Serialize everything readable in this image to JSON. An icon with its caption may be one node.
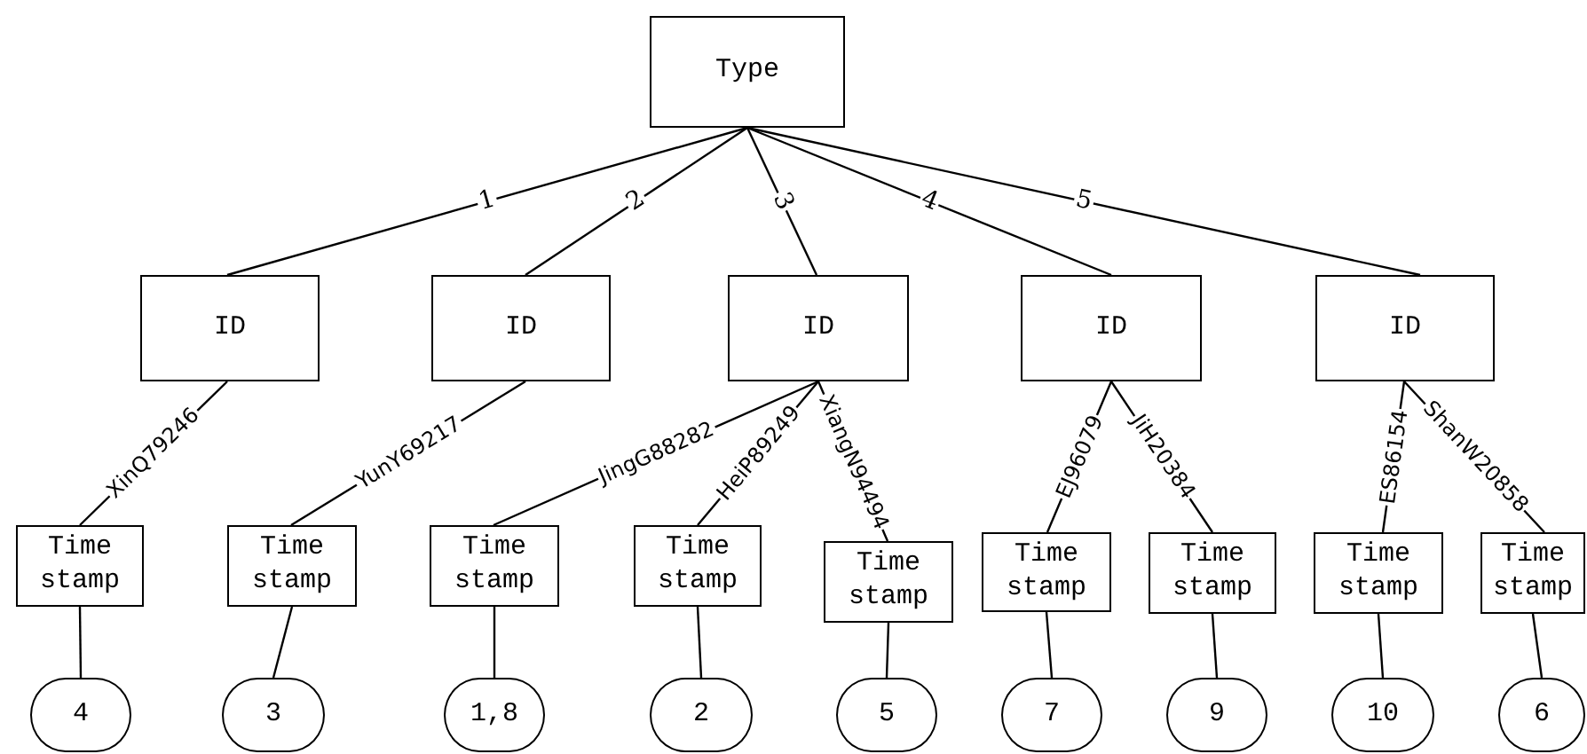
{
  "diagram": {
    "nodes": [
      {
        "text": [
          "Type"
        ]
      },
      {
        "text": [
          "ID"
        ]
      },
      {
        "text": [
          "ID"
        ]
      },
      {
        "text": [
          "ID"
        ]
      },
      {
        "text": [
          "ID"
        ]
      },
      {
        "text": [
          "ID"
        ]
      },
      {
        "text": [
          "Time stamp"
        ]
      },
      {
        "text": [
          "Time stamp"
        ]
      },
      {
        "text": [
          "Time stamp"
        ]
      },
      {
        "text": [
          "Time stamp"
        ]
      },
      {
        "text": [
          "Time stamp"
        ]
      },
      {
        "text": [
          "Time stamp"
        ]
      },
      {
        "text": [
          "Time stamp"
        ]
      },
      {
        "text": [
          "Time stamp"
        ]
      },
      {
        "text": [
          "Time stamp"
        ]
      },
      {
        "text": [
          "4"
        ]
      },
      {
        "text": [
          "3"
        ]
      },
      {
        "text": [
          "1,8"
        ]
      },
      {
        "text": [
          "2"
        ]
      },
      {
        "text": [
          "5"
        ]
      },
      {
        "text": [
          "7"
        ]
      },
      {
        "text": [
          "9"
        ]
      },
      {
        "text": [
          "10"
        ]
      },
      {
        "text": [
          "6"
        ]
      }
    ],
    "edges": [
      {
        "from": 0,
        "to": 1,
        "arrow": "none",
        "label": "1"
      },
      {
        "from": 0,
        "to": 2,
        "arrow": "none",
        "label": "2"
      },
      {
        "from": 0,
        "to": 3,
        "arrow": "none",
        "label": "3"
      },
      {
        "from": 0,
        "to": 4,
        "arrow": "none",
        "label": "4"
      },
      {
        "from": 0,
        "to": 5,
        "arrow": "none",
        "label": "5"
      },
      {
        "from": 1,
        "to": 6,
        "arrow": "none",
        "label": "XinQ79246"
      },
      {
        "from": 2,
        "to": 7,
        "arrow": "none",
        "label": "YunY69217"
      },
      {
        "from": 3,
        "to": 8,
        "arrow": "none",
        "label": "JingG88282"
      },
      {
        "from": 3,
        "to": 9,
        "arrow": "none",
        "label": "HeiP89249"
      },
      {
        "from": 3,
        "to": 10,
        "arrow": "none",
        "label": "XiangN94494"
      },
      {
        "from": 4,
        "to": 11,
        "arrow": "none",
        "label": "EJ96079"
      },
      {
        "from": 4,
        "to": 12,
        "arrow": "none",
        "label": "JiH20384"
      },
      {
        "from": 5,
        "to": 13,
        "arrow": "none",
        "label": "ES86154"
      },
      {
        "from": 5,
        "to": 14,
        "arrow": "none",
        "label": "ShanW20858"
      },
      {
        "from": 6,
        "to": 15,
        "arrow": "none"
      },
      {
        "from": 7,
        "to": 16,
        "arrow": "none"
      },
      {
        "from": 8,
        "to": 17,
        "arrow": "none"
      },
      {
        "from": 9,
        "to": 18,
        "arrow": "none"
      },
      {
        "from": 10,
        "to": 19,
        "arrow": "none"
      },
      {
        "from": 11,
        "to": 20,
        "arrow": "none"
      },
      {
        "from": 12,
        "to": 21,
        "arrow": "none"
      },
      {
        "from": 13,
        "to": 22,
        "arrow": "none"
      },
      {
        "from": 14,
        "to": 23,
        "arrow": "none"
      }
    ]
  }
}
